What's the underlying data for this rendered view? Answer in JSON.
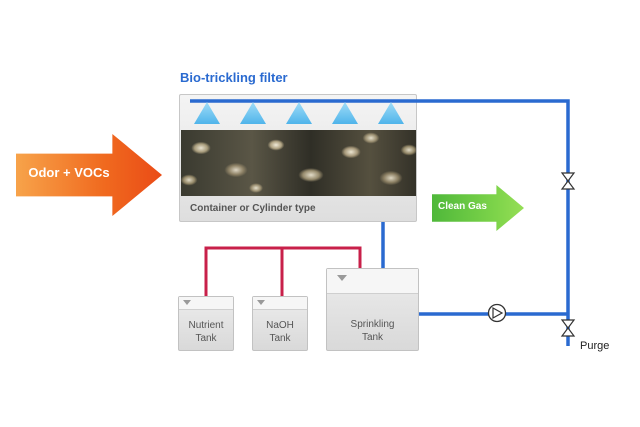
{
  "title": "Bio-trickling filter",
  "inlet_label": "Odor + VOCs",
  "outlet_label": "Clean Gas",
  "filter": {
    "label": "Container or Cylinder type",
    "nozzle_count": 5
  },
  "tanks": {
    "nutrient": {
      "line1": "Nutrient",
      "line2": "Tank"
    },
    "naoh": {
      "line1": "NaOH",
      "line2": "Tank"
    },
    "sprinkling": {
      "line1": "Sprinkling",
      "line2": "Tank"
    }
  },
  "purge_label": "Purge",
  "colors": {
    "title": "#2a6ad0",
    "water_pipe": "#2a6ad0",
    "chemical_pipe": "#c8204a",
    "nozzle": "#6fc8f2",
    "inlet_arrow": "#f06a1f",
    "outlet_arrow": "#5cc23e"
  }
}
